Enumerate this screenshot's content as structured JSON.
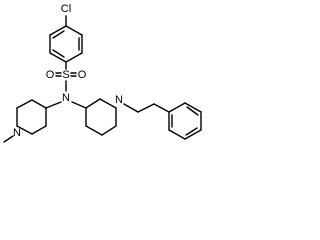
{
  "molecule": {
    "atoms": {
      "cl": "Cl",
      "s": "S",
      "o_left": "O",
      "o_right": "O",
      "n_sulfonamide": "N",
      "n_piperidine_left": "N",
      "n_piperidine_right": "N"
    },
    "colors": {
      "bond": "#000000",
      "label": "#000000",
      "background": "#ffffff"
    }
  }
}
